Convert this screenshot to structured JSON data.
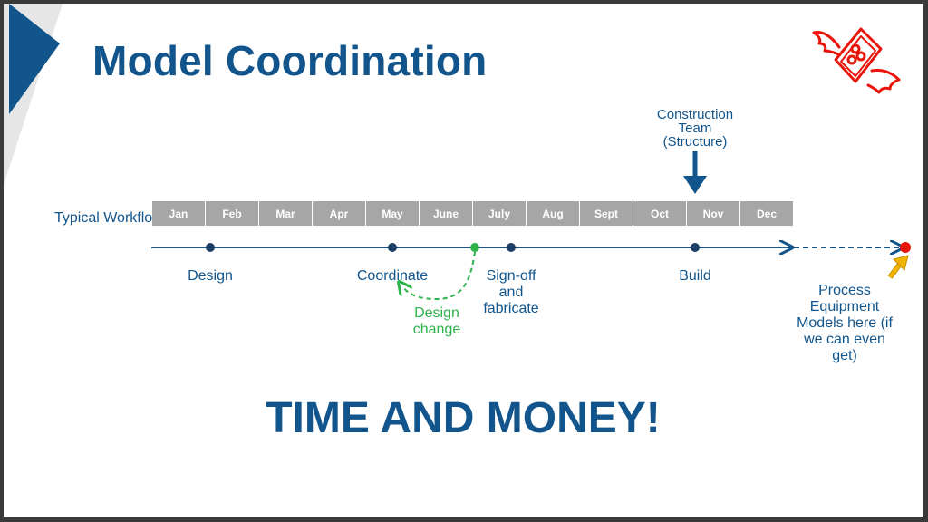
{
  "slide": {
    "title": "Model Coordination",
    "tagline": "TIME AND MONEY!"
  },
  "timeline": {
    "row_label": "Typical Workflow",
    "months": [
      "Jan",
      "Feb",
      "Mar",
      "Apr",
      "May",
      "June",
      "July",
      "Aug",
      "Sept",
      "Oct",
      "Nov",
      "Dec"
    ],
    "milestones": {
      "design": "Design",
      "coordinate": "Coordinate",
      "signoff": "Sign-off and fabricate",
      "build": "Build"
    },
    "design_change": "Design change",
    "construction_team": "Construction Team (Structure)",
    "process_equipment": "Process Equipment Models here (if we can even get)"
  },
  "colors": {
    "primary_blue": "#12558c",
    "month_grey": "#a6a6a6",
    "accent_green": "#2db34a",
    "end_red": "#e8150b",
    "arrow_gold": "#f0b400",
    "logo_red": "#e8150b"
  },
  "icons": {
    "logo": "flying-money-icon"
  }
}
